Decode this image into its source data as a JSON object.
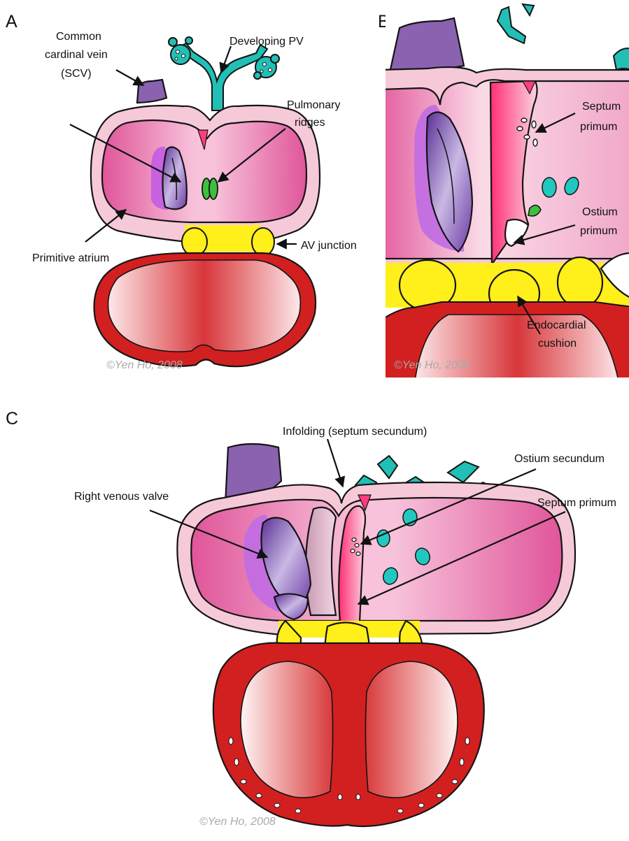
{
  "panels": {
    "a": {
      "letter": "A",
      "labels": {
        "cardinal_line1": "Common",
        "cardinal_line2": "cardinal vein",
        "cardinal_line3": "(SCV)",
        "developing_pv": "Developing PV",
        "pulmonary_line1": "Pulmonary",
        "pulmonary_line2": "ridges",
        "primitive_atrium": "Primitive atrium",
        "av_junction": "AV junction"
      },
      "copyright": "©Yen Ho, 2008"
    },
    "b": {
      "letter": "B",
      "labels": {
        "septum_line1": "Septum",
        "septum_line2": "primum",
        "ostium_line1": "Ostium",
        "ostium_line2": "primum",
        "endocardial_line1": "Endocardial",
        "endocardial_line2": "cushion"
      },
      "copyright": "©Yen Ho, 2008"
    },
    "c": {
      "letter": "C",
      "labels": {
        "infolding": "Infolding (septum secundum)",
        "ostium_secundum": "Ostium secundum",
        "right_venous_valve": "Right venous valve",
        "septum_primum": "Septum primum"
      },
      "copyright": "©Yen Ho, 2008"
    }
  },
  "colors": {
    "atrium_pink": "#e8609e",
    "wall_light_pink": "#f6c9d9",
    "ventricle_red": "#d22020",
    "cushion_yellow": "#ffef1a",
    "venous_purple": "#8a62b0",
    "valve_violet": "#b35ad8",
    "pulmonary_teal": "#1fb8b0",
    "ridge_green": "#3fbf3f",
    "septum_rose": "#ff3d7f"
  }
}
